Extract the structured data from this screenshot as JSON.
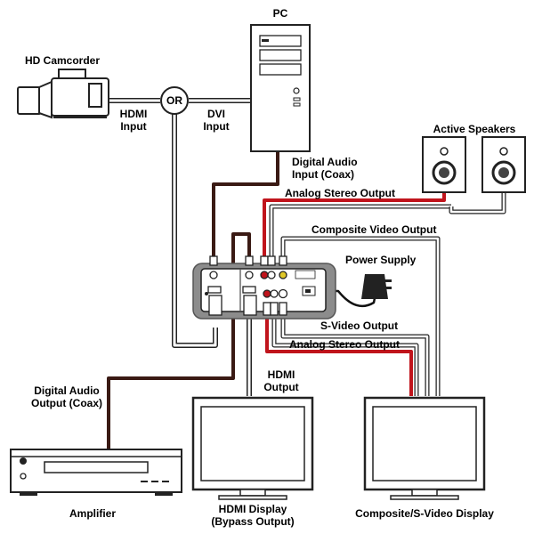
{
  "labels": {
    "pc": "PC",
    "hd_camcorder": "HD Camcorder",
    "or": "OR",
    "hdmi_input": [
      "HDMI",
      "Input"
    ],
    "dvi_input": [
      "DVI",
      "Input"
    ],
    "digital_audio_input": [
      "Digital Audio",
      "Input (Coax)"
    ],
    "active_speakers": "Active Speakers",
    "analog_stereo_output_top": "Analog Stereo Output",
    "composite_video_output": "Composite Video Output",
    "power_supply": "Power Supply",
    "s_video_output": "S-Video Output",
    "analog_stereo_output_bottom": "Analog Stereo Output",
    "hdmi_output": [
      "HDMI",
      "Output"
    ],
    "digital_audio_output": [
      "Digital Audio",
      "Output (Coax)"
    ],
    "amplifier": "Amplifier",
    "hdmi_display": [
      "HDMI Display",
      "(Bypass Output)"
    ],
    "composite_svideo_display": "Composite/S-Video Display"
  },
  "colors": {
    "cable_coax": "#3a1a14",
    "cable_red": "#c0141c",
    "cable_white": "#ffffff",
    "outline": "#222222",
    "device_panel": "#8c8c8c"
  }
}
